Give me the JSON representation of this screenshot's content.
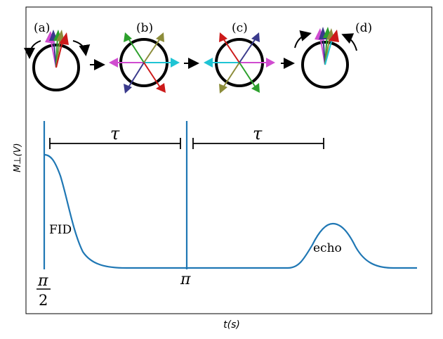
{
  "axis": {
    "ylabel": "M⊥(V)",
    "xlabel": "t(s)"
  },
  "panels": [
    {
      "label": "(a)"
    },
    {
      "label": "(b)"
    },
    {
      "label": "(c)"
    },
    {
      "label": "(d)"
    }
  ],
  "annotations": {
    "tau_first": "τ",
    "tau_second": "τ",
    "fid": "FID",
    "echo": "echo",
    "pi_half_num": "π",
    "pi_half_den": "2",
    "pi": "π"
  },
  "colors": {
    "curve": "#1f77b4",
    "red": "#cc1a1a",
    "green": "#2ca02c",
    "olive": "#8c8c3a",
    "navy": "#3a3a8c",
    "magenta": "#d04cd0",
    "cyan": "#1fc4d4"
  },
  "chart_data": {
    "type": "line",
    "series": [
      {
        "description": "FID decay after pi/2 pulse, flat baseline, pi pulse, echo peak"
      }
    ],
    "pulses": [
      "π/2",
      "π"
    ]
  }
}
